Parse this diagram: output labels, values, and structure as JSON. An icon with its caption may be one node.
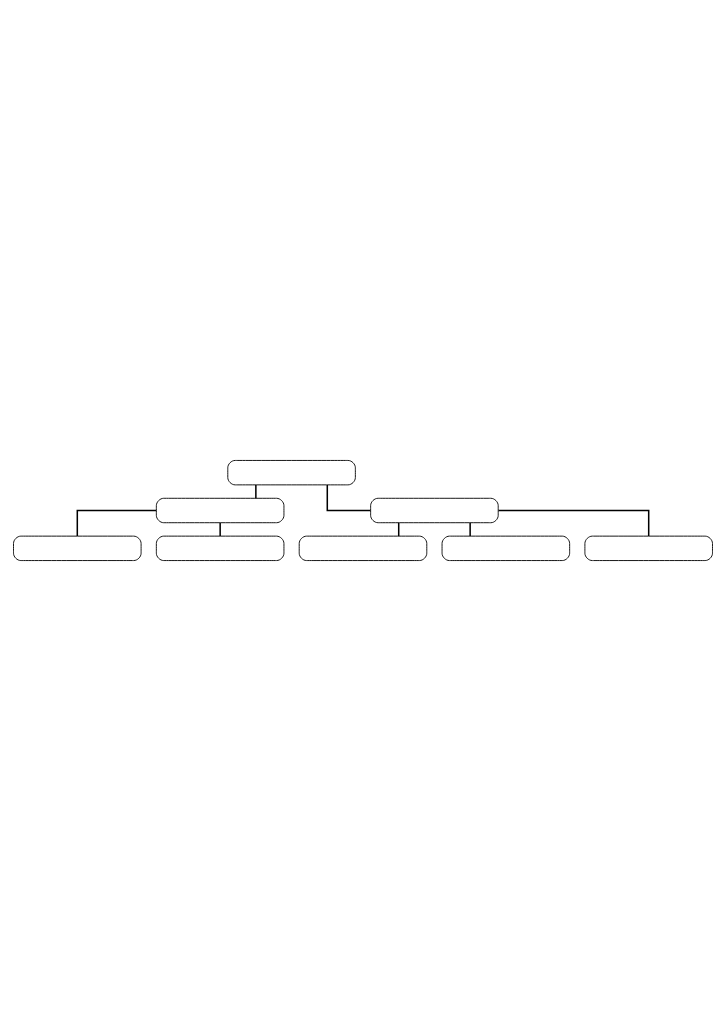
{
  "diagram": {
    "nodes": [
      {
        "text": [],
        "shape": "box"
      },
      {
        "text": [],
        "shape": "box"
      },
      {
        "text": [],
        "shape": "box"
      },
      {
        "text": [],
        "shape": "box"
      },
      {
        "text": [],
        "shape": "box"
      },
      {
        "text": [],
        "shape": "box"
      },
      {
        "text": [],
        "shape": "box"
      },
      {
        "text": [],
        "shape": "box"
      }
    ],
    "edges": [
      {
        "from": 0,
        "to": 1,
        "arrow": "none"
      },
      {
        "from": 0,
        "to": 2,
        "arrow": "none"
      },
      {
        "from": 1,
        "to": 3,
        "arrow": "none"
      },
      {
        "from": 1,
        "to": 4,
        "arrow": "none"
      },
      {
        "from": 2,
        "to": 5,
        "arrow": "none"
      },
      {
        "from": 2,
        "to": 6,
        "arrow": "none"
      },
      {
        "from": 2,
        "to": 7,
        "arrow": "none"
      }
    ]
  }
}
